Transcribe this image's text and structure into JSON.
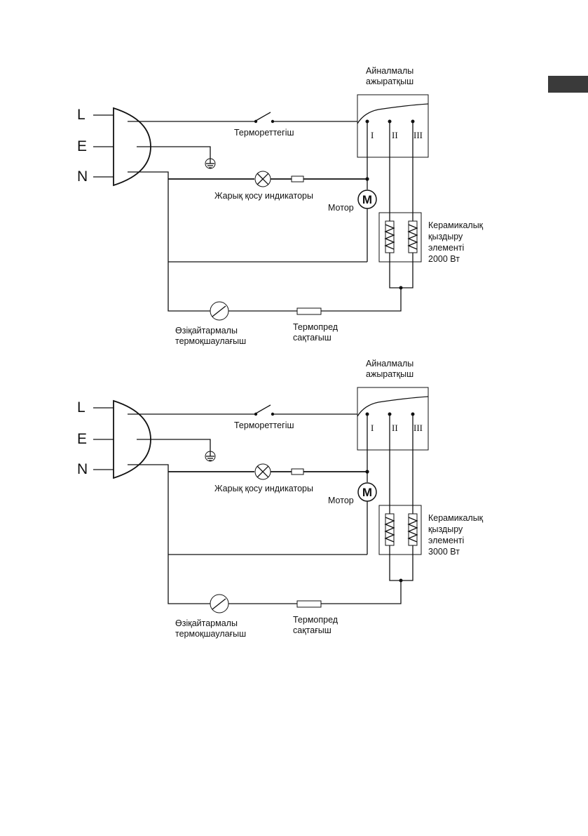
{
  "diagrams": [
    {
      "terminals": {
        "line": "L",
        "earth": "E",
        "neutral": "N"
      },
      "switch_title_1": "Айналмалы",
      "switch_title_2": "ажыратқыш",
      "positions": [
        "I",
        "II",
        "III"
      ],
      "thermostat": "Термореттегіш",
      "indicator": "Жарық қосу индикаторы",
      "motor": "Мотор",
      "motor_symbol": "M",
      "heater_1": "Керамикалық",
      "heater_2": "қыздыру",
      "heater_3": "элементі",
      "power": "2000 Вт",
      "tip_1": "Өзіқайтармалы",
      "tip_2": "термоқшаулағыш",
      "fuse_1": "Термопред",
      "fuse_2": "сақтағыш"
    },
    {
      "terminals": {
        "line": "L",
        "earth": "E",
        "neutral": "N"
      },
      "switch_title_1": "Айналмалы",
      "switch_title_2": "ажыратқыш",
      "positions": [
        "I",
        "II",
        "III"
      ],
      "thermostat": "Термореттегіш",
      "indicator": "Жарық қосу индикаторы",
      "motor": "Мотор",
      "motor_symbol": "M",
      "heater_1": "Керамикалық",
      "heater_2": "қыздыру",
      "heater_3": "элементі",
      "power": "3000 Вт",
      "tip_1": "Өзіқайтармалы",
      "tip_2": "термоқшаулағыш",
      "fuse_1": "Термопред",
      "fuse_2": "сақтағыш"
    }
  ]
}
